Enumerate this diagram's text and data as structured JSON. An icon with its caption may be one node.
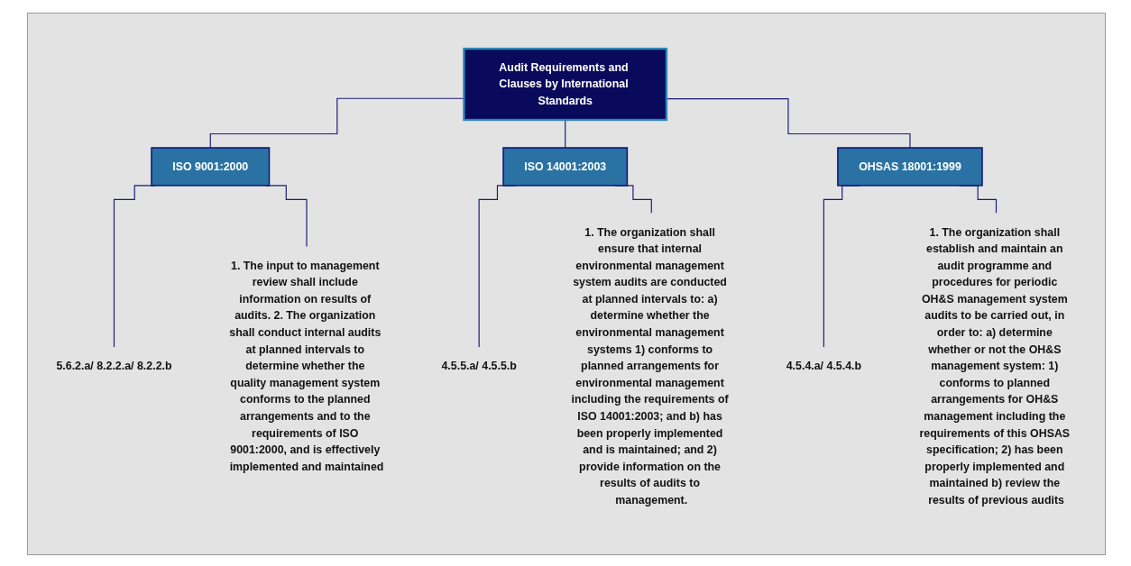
{
  "diagram": {
    "nodes": [
      {
        "text": [
          "Audit Requirements and Clauses by International Standards"
        ]
      },
      {
        "text": [
          "ISO 9001:2000"
        ]
      },
      {
        "text": [
          "ISO 14001:2003"
        ]
      },
      {
        "text": [
          "OHSAS 18001:1999"
        ]
      },
      {
        "text": [
          "5.6.2.a/  8.2.2.a/ 8.2.2.b"
        ]
      },
      {
        "text": [
          "1. The input to management review shall include information on results of audits. 2. The organization shall conduct internal audits at planned intervals to determine whether the quality management system conforms to the planned arrangements and to the requirements of ISO 9001:2000, and is effectively implemented and maintained"
        ]
      },
      {
        "text": [
          "4.5.5.a/ 4.5.5.b"
        ]
      },
      {
        "text": [
          "1. The organization shall ensure that internal environmental management system audits are conducted at planned intervals to: a) determine whether the environmental management systems 1) conforms to planned arrangements for environmental management including the requirements of ISO 14001:2003; and b) has been properly implemented and is maintained; and 2) provide information on the results of audits to management."
        ]
      },
      {
        "text": [
          "4.5.4.a/ 4.5.4.b"
        ]
      },
      {
        "text": [
          "1. The organization shall establish and maintain an audit programme and procedures for periodic OH&S management system audits to be carried out, in order to: a) determine whether or not the OH&S management system: 1) conforms to planned arrangements for OH&S management including the requirements of this OHSAS specification; 2) has been properly implemented and maintained b) review the results of previous audits"
        ]
      }
    ],
    "edges": [
      {
        "from": 0,
        "to": 1,
        "arrow": "none"
      },
      {
        "from": 0,
        "to": 2,
        "arrow": "none"
      },
      {
        "from": 0,
        "to": 3,
        "arrow": "none"
      },
      {
        "from": 1,
        "to": 4,
        "arrow": "none"
      },
      {
        "from": 1,
        "to": 5,
        "arrow": "none"
      },
      {
        "from": 2,
        "to": 6,
        "arrow": "none"
      },
      {
        "from": 2,
        "to": 7,
        "arrow": "none"
      },
      {
        "from": 3,
        "to": 8,
        "arrow": "none"
      },
      {
        "from": 3,
        "to": 9,
        "arrow": "none"
      }
    ]
  }
}
